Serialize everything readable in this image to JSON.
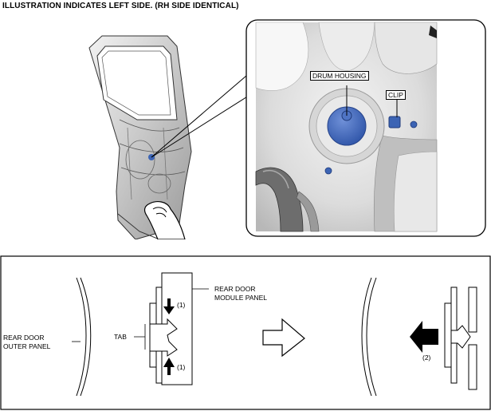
{
  "header": {
    "title": "ILLUSTRATION INDICATES LEFT SIDE. (RH SIDE IDENTICAL)"
  },
  "detail": {
    "drum_housing_label": "DRUM HOUSING",
    "clip_label": "CLIP"
  },
  "bottom_panel": {
    "rear_door_outer_panel_line1": "REAR DOOR",
    "rear_door_outer_panel_line2": "OUTER PANEL",
    "rear_door_module_panel_line1": "REAR DOOR",
    "rear_door_module_panel_line2": "MODULE PANEL",
    "tab_label": "TAB",
    "step1_label_top": "(1)",
    "step1_label_bottom": "(1)",
    "step2_label": "(2)"
  },
  "colors": {
    "highlight_blue": "#3c64b4",
    "metal_light": "#e3e3e3",
    "metal_mid": "#bdbdbd",
    "metal_dark": "#8a8a8a"
  }
}
